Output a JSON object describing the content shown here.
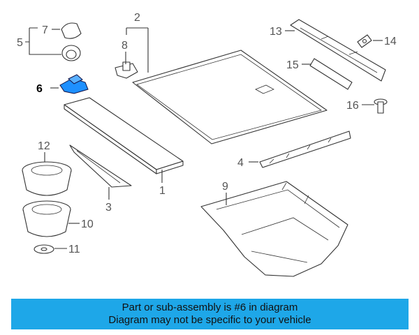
{
  "colors": {
    "highlight": "#1e90ff",
    "banner": "#1ea7e8",
    "line": "#333333"
  },
  "callouts": {
    "c1": "1",
    "c2": "2",
    "c3": "3",
    "c4": "4",
    "c5": "5",
    "c6": "6",
    "c7": "7",
    "c8": "8",
    "c9": "9",
    "c10": "10",
    "c11": "11",
    "c12": "12",
    "c13": "13",
    "c14": "14",
    "c15": "15",
    "c16": "16"
  },
  "banner": {
    "line1": "Part or sub-assembly is #6 in diagram",
    "line2": "Diagram may not be specific to your vehicle"
  }
}
